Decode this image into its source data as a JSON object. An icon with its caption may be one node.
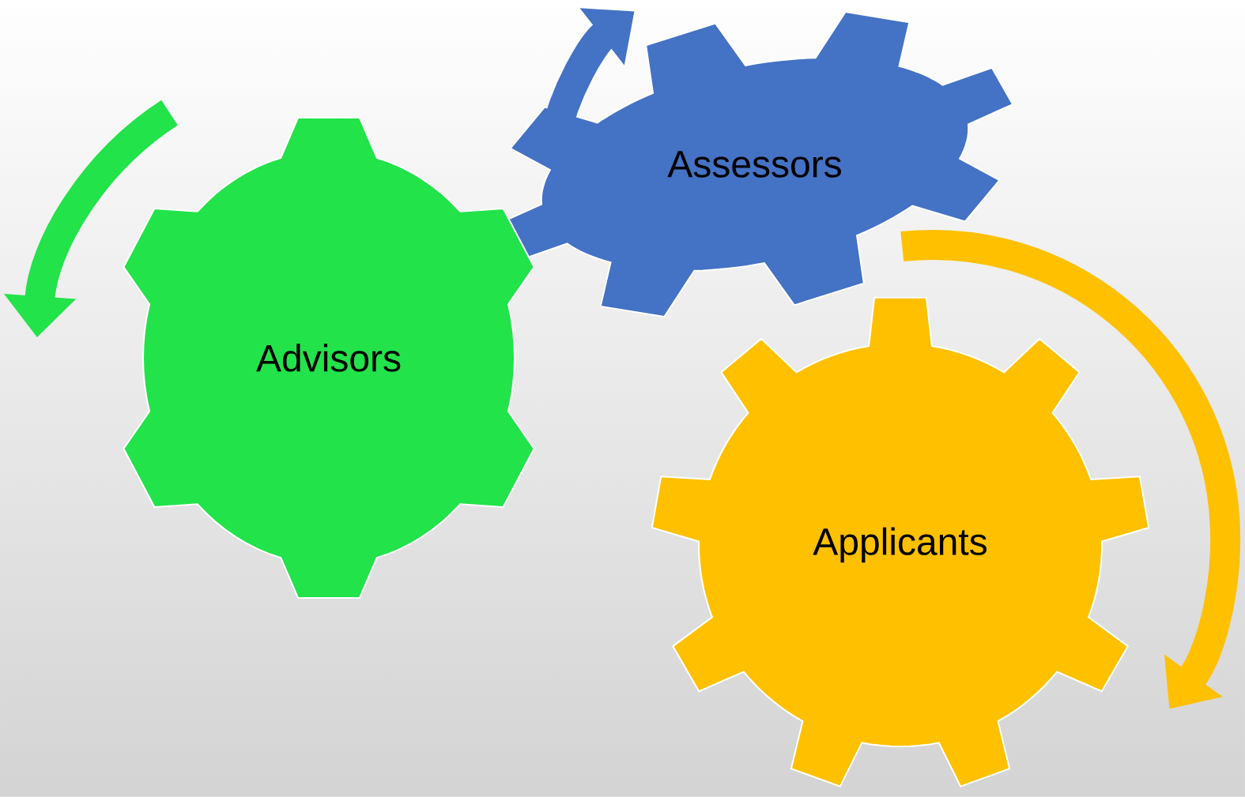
{
  "diagram": {
    "nodes": [
      {
        "text": [
          "Assessors"
        ]
      },
      {
        "text": [
          "Advisors"
        ]
      },
      {
        "text": [
          "Applicants"
        ]
      }
    ]
  }
}
